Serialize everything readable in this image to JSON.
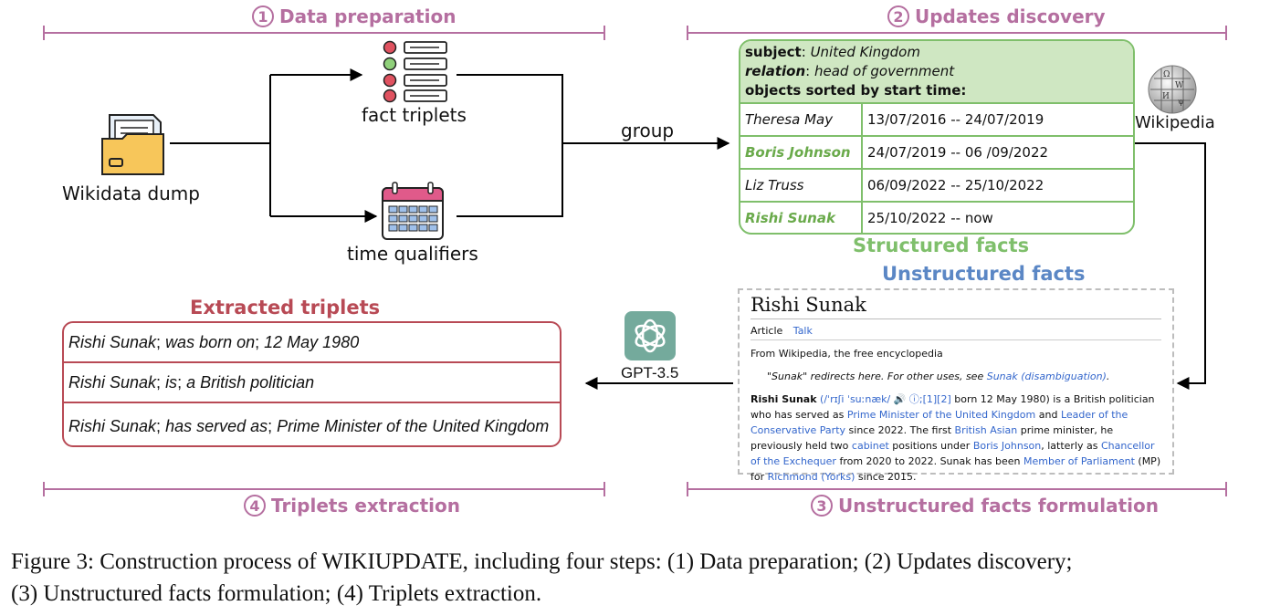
{
  "steps": {
    "s1": {
      "num": "1",
      "label": "Data preparation"
    },
    "s2": {
      "num": "2",
      "label": "Updates discovery"
    },
    "s3": {
      "num": "3",
      "label": "Unstructured facts formulation"
    },
    "s4": {
      "num": "4",
      "label": "Triplets extraction"
    }
  },
  "nodes": {
    "wikidata": "Wikidata dump",
    "fact_triplets": "fact triplets",
    "time_qualifiers": "time qualifiers",
    "group": "group",
    "wikipedia": "Wikipedia",
    "gpt": "GPT-3.5"
  },
  "structured": {
    "title": "Structured facts",
    "subject_key": "subject",
    "subject_val": "United Kingdom",
    "relation_key": "relation",
    "relation_val": "head of government",
    "objects_label": "objects sorted by start time:",
    "rows": [
      {
        "name": "Theresa May",
        "range": "13/07/2016 -- 24/07/2019"
      },
      {
        "name": "Boris Johnson",
        "range": "24/07/2019 -- 06 /09/2022"
      },
      {
        "name": "Liz Truss",
        "range": "06/09/2022 -- 25/10/2022"
      },
      {
        "name": "Rishi Sunak",
        "range": "25/10/2022 -- now"
      }
    ]
  },
  "unstructured": {
    "title": "Unstructured facts",
    "article_title": "Rishi Sunak",
    "tab_article": "Article",
    "tab_talk": "Talk",
    "from": "From Wikipedia, the free encyclopedia",
    "redirect_pre": "\"Sunak\" redirects here. For other uses, see ",
    "redirect_link": "Sunak (disambiguation)",
    "redirect_post": ".",
    "p_name": "Rishi Sunak",
    "p_ipa": "(/ˈrɪʃi ˈsuːnæk/ 🔊 ⓘ;[1][2]",
    "p1": " born 12 May 1980) is a British politician who has served as ",
    "l1": "Prime Minister of the United Kingdom",
    "p2": " and ",
    "l2": "Leader of the Conservative Party",
    "p3": " since 2022. The first ",
    "l3": "British Asian",
    "p4": " prime minister, he previously held two ",
    "l4": "cabinet",
    "p5": " positions under ",
    "l5": "Boris Johnson",
    "p6": ", latterly as ",
    "l6": "Chancellor of the Exchequer",
    "p7": " from 2020 to 2022. Sunak has been ",
    "l7": "Member of Parliament",
    "p8": " (MP) for ",
    "l8": "Richmond (Yorks)",
    "p9": " since 2015."
  },
  "extracted": {
    "title": "Extracted triplets",
    "rows": [
      {
        "s": "Rishi Sunak",
        "r": "was born on",
        "o": "12 May 1980"
      },
      {
        "s": "Rishi Sunak",
        "r": "is",
        "o": "a British politician"
      },
      {
        "s": "Rishi Sunak",
        "r": "has served as",
        "o": "Prime Minister of the United Kingdom"
      }
    ]
  },
  "caption": {
    "l1a": "Figure 3: Construction process of ",
    "name": "WIKIUPDATE",
    "l1b": ", including four steps: (1) Data preparation; (2) Updates discovery;",
    "l2": "(3) Unstructured facts formulation; (4) Triplets extraction."
  },
  "colors": {
    "step": "#b56fa0",
    "structured": "#7fbf6b",
    "unstructured": "#5b87c5",
    "extracted": "#b84a55",
    "gpt": "#74aa9c"
  }
}
